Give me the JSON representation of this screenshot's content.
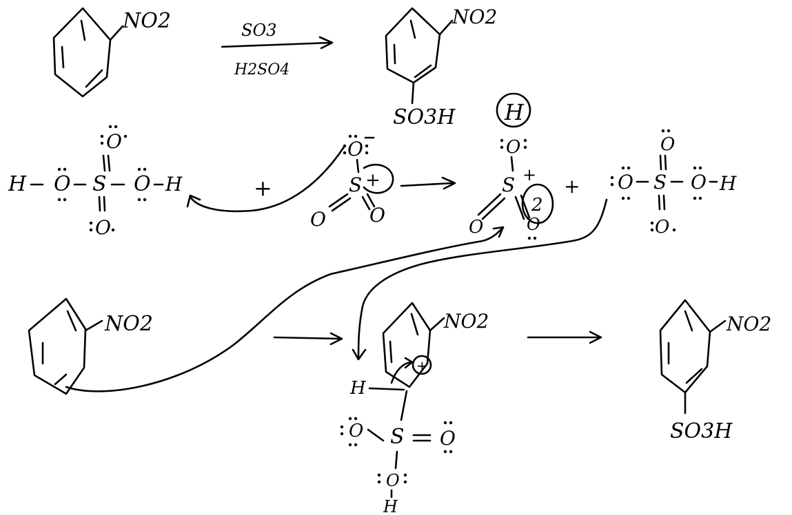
{
  "colors": {
    "ink": "#000000",
    "background": "#ffffff"
  },
  "overall": {
    "reactant": "NO2",
    "reagent_top": "SO3",
    "reagent_bottom": "H2SO4",
    "product_nitro": "NO2",
    "product_sulfo": "SO3H"
  },
  "step1": {
    "acid": {
      "H_left": "H",
      "O1": "O",
      "S": "S",
      "O2": "O",
      "H_right": "H",
      "O_top": "O",
      "O_bottom": "O"
    },
    "plus1": "+",
    "so3": {
      "O_top": "O",
      "S": "S",
      "charge": "+",
      "O_left": "O",
      "O_right": "O"
    },
    "protonated": {
      "H_circle": "H",
      "O_top": "O",
      "S": "S",
      "charge": "+",
      "O_left": "O",
      "O_right": "O",
      "circle_label": "2"
    },
    "plus2": "+",
    "bisulfate": {
      "O_left": "O",
      "S": "S",
      "O_right": "O",
      "H": "H",
      "O_top": "O",
      "O_bottom": "O"
    }
  },
  "step2": {
    "arene_nitro": "NO2",
    "sigma_nitro": "NO2",
    "sigma_charge": "+",
    "sigma_H": "H",
    "sulfonyl": {
      "O_left": "O",
      "S": "S",
      "O_right": "O",
      "O_bottom": "O",
      "H": "H"
    },
    "final_nitro": "NO2",
    "final_sulfo": "SO3H"
  }
}
